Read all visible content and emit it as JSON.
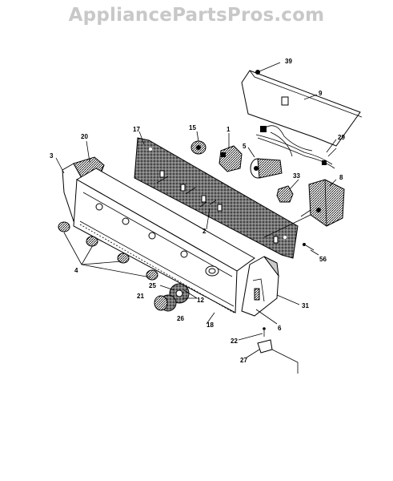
{
  "watermark": "AppliancePartsPros.com",
  "callouts": {
    "c39": "39",
    "c9": "9",
    "c20": "20",
    "c3": "3",
    "c17": "17",
    "c15": "15",
    "c1": "1",
    "c5": "5",
    "c29": "29",
    "c33": "33",
    "c8": "8",
    "c2": "2",
    "c56": "56",
    "c4": "4",
    "c25": "25",
    "c12": "12",
    "c21": "21",
    "c26": "26",
    "c18": "18",
    "c31": "31",
    "c6": "6",
    "c22": "22",
    "c27": "27"
  }
}
